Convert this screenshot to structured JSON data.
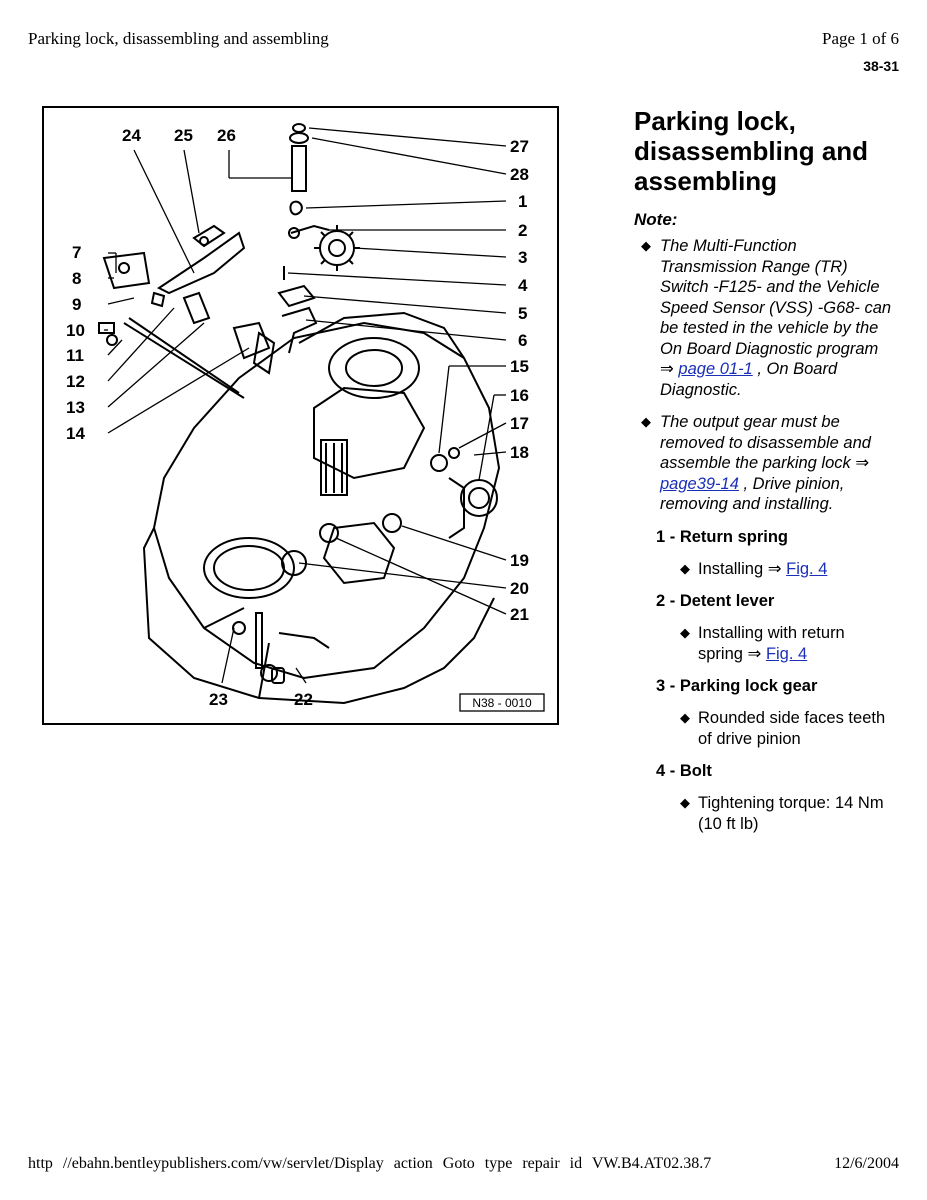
{
  "header": {
    "title": "Parking lock, disassembling and assembling",
    "page_info": "Page 1 of 6",
    "section_code": "38-31"
  },
  "figure": {
    "callouts_left": [
      "7",
      "8",
      "9",
      "10",
      "11",
      "12",
      "13",
      "14"
    ],
    "callouts_top": [
      "24",
      "25",
      "26"
    ],
    "callouts_right": [
      "27",
      "28",
      "1",
      "2",
      "3",
      "4",
      "5",
      "6",
      "15",
      "16",
      "17",
      "18",
      "19",
      "20",
      "21"
    ],
    "callouts_bottom": [
      "23",
      "22"
    ],
    "figure_id": "N38 - 0010"
  },
  "content": {
    "title": "Parking lock, disassembling and assembling",
    "note_label": "Note:",
    "notes": [
      {
        "text_before": "The Multi-Function Transmission Range (TR) Switch -F125- and the Vehicle Speed Sensor (VSS) -G68- can be tested in the vehicle by the On Board Diagnostic program ⇒ ",
        "link": "page 01-1",
        "text_after": " , On Board Diagnostic."
      },
      {
        "text_before": "The output gear must be removed to disassemble and assemble the parking lock ⇒ ",
        "link": "page39-14",
        "text_after": " , Drive pinion, removing and installing."
      }
    ],
    "parts": [
      {
        "title": "1 - Return spring",
        "bullets": [
          {
            "text": "Installing ⇒ ",
            "link": "Fig. 4"
          }
        ]
      },
      {
        "title": "2 - Detent lever",
        "bullets": [
          {
            "text": "Installing with return spring ⇒ ",
            "link": "Fig. 4"
          }
        ]
      },
      {
        "title": "3 - Parking lock gear",
        "bullets": [
          {
            "text": "Rounded side faces teeth of drive pinion",
            "link": ""
          }
        ]
      },
      {
        "title": "4 - Bolt",
        "bullets": [
          {
            "text": "Tightening torque: 14 Nm (10 ft lb)",
            "link": ""
          }
        ]
      }
    ]
  },
  "footer": {
    "url": "http //ebahn.bentleypublishers.com/vw/servlet/Display action Goto type repair id VW.B4.AT02.38.7",
    "date": "12/6/2004"
  }
}
